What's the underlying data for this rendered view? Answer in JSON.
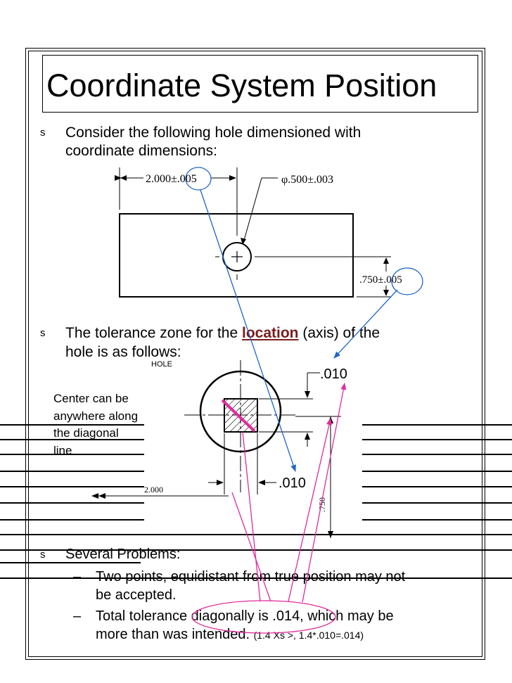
{
  "title": "Coordinate System Position",
  "bullet_symbol": "s",
  "bullet1": {
    "line1": "Consider the following hole dimensioned with",
    "line2": "coordinate dimensions:"
  },
  "drawing1": {
    "dim_x": "2.000±.005",
    "dim_diameter": "φ.500±.003",
    "dim_y": ".750±.005"
  },
  "bullet2": {
    "line1_pre": "The tolerance zone for the ",
    "line1_bold": "location",
    "line1_post": " (axis) of the",
    "line2": "hole is as follows:"
  },
  "drawing2": {
    "hole_label": "HOLE",
    "tol_top": ".010",
    "tol_bottom": ".010",
    "dim_2000": "2.000",
    "dim_750": ".750"
  },
  "side_note": {
    "line1": "Center can be",
    "line2": "anywhere along",
    "line3": "the diagonal",
    "line4": "line"
  },
  "bullet3": {
    "label": "Several Problems:",
    "dash": "–",
    "item1_line1": "Two points, equidistant from true position may not",
    "item1_line2": "be accepted.",
    "item2_line1": "Total tolerance diagonally is .014, which may be",
    "item2_line2": "more than was intended.",
    "item2_note": "(1.4 Xs >, 1.4*.010=.014)"
  },
  "colors": {
    "annotation_blue": "#1f66c8",
    "annotation_pink": "#e02c9c",
    "accent_red": "#7a1c1c"
  }
}
